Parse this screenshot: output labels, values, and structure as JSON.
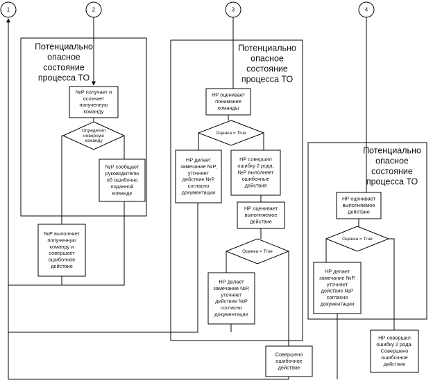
{
  "connectors": [
    "1",
    "2",
    "3",
    "4"
  ],
  "scenario_frames": [
    {
      "title": [
        "Потенциально",
        "опасное",
        "состояние",
        "процесса ТО"
      ]
    },
    {
      "title": [
        "Потенциально",
        "опасное",
        "состояние",
        "процесса ТО"
      ]
    },
    {
      "title": [
        "Потенциально",
        "опасное",
        "состояние",
        "процесса ТО"
      ]
    }
  ],
  "boxes": {
    "receive": [
      "№Р получает и",
      "осознает",
      "полученную",
      "команду"
    ],
    "report": [
      "№Р сообщает",
      "руководителю",
      "об ошибочно",
      "поданной",
      "команде"
    ],
    "execute_wrong": [
      "№Р выполняет",
      "полученную",
      "команду и",
      "совершает",
      "ошибочное",
      "действие"
    ],
    "hp_assess_understanding": [
      "НР оценивает",
      "понимание",
      "команды"
    ],
    "hp_remark_1": [
      "НР делает",
      "замечание №Р,",
      "уточняет",
      "действие №Р",
      "согласно",
      "документации"
    ],
    "hp_type2_error_1": [
      "НР совершил",
      "ошибку 2 рода,",
      "№Р выполняет",
      "ошибочные",
      "действия"
    ],
    "hp_assess_action_1": [
      "НР оценивает",
      "выполняемое",
      "действие"
    ],
    "hp_remark_2": [
      "НР делает",
      "замечание №Р,",
      "уточняет",
      "действие №Р",
      "согласно",
      "документации"
    ],
    "error_committed": [
      "Совершено",
      "ошибочное",
      "действие"
    ],
    "hp_assess_action_2": [
      "НР оценивает",
      "выполняемое",
      "действие"
    ],
    "hp_remark_3": [
      "НР делает",
      "замечание №Р,",
      "уточняет",
      "действие №Р",
      "согласно",
      "документации"
    ],
    "hp_type2_error_2": [
      "НР совершил",
      "ошибку 2 рода.",
      "Совершено",
      "ошибочное",
      "действие"
    ]
  },
  "decisions": {
    "identified_wrong": [
      "Определил",
      "неверную",
      "команду"
    ],
    "assessment_1": [
      "Оценка = True"
    ],
    "assessment_2": [
      "Оценка = True"
    ],
    "assessment_3": [
      "Оценка = True"
    ]
  }
}
